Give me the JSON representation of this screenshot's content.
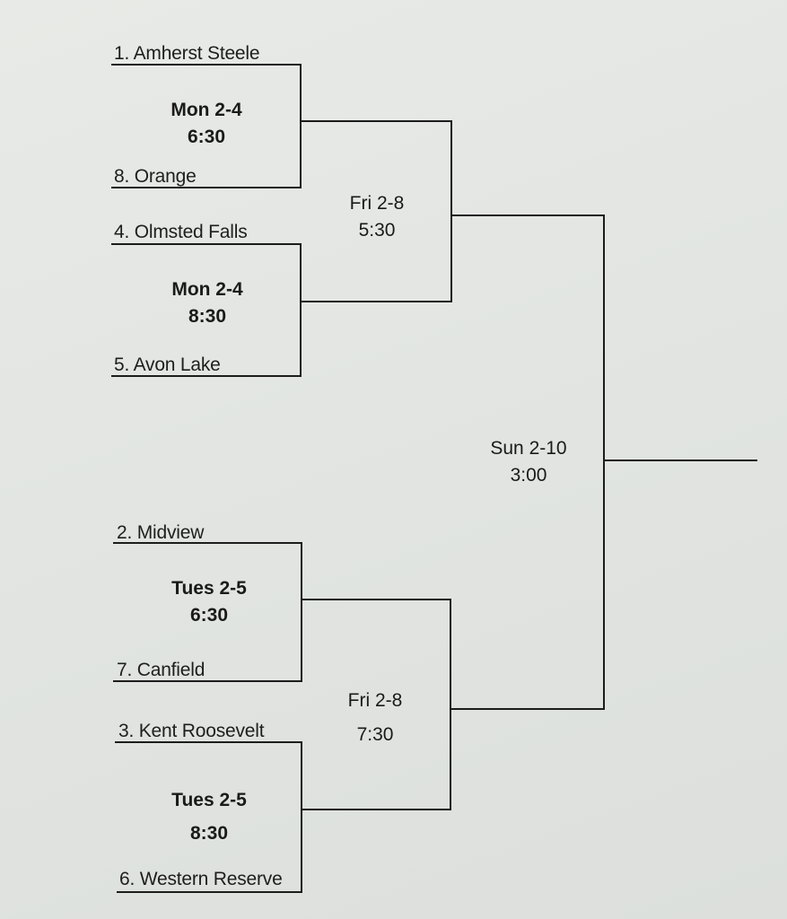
{
  "bracket": {
    "teams": [
      {
        "id": "t1",
        "label": "1. Amherst Steele"
      },
      {
        "id": "t8",
        "label": "8. Orange"
      },
      {
        "id": "t4",
        "label": "4. Olmsted Falls"
      },
      {
        "id": "t5",
        "label": "5. Avon Lake"
      },
      {
        "id": "t2",
        "label": "2. Midview"
      },
      {
        "id": "t7",
        "label": "7. Canfield"
      },
      {
        "id": "t3",
        "label": "3. Kent Roosevelt"
      },
      {
        "id": "t6",
        "label": "6. Western Reserve"
      }
    ],
    "games": {
      "qf1": {
        "date": "Mon 2-4",
        "time": "6:30"
      },
      "qf2": {
        "date": "Mon 2-4",
        "time": "8:30"
      },
      "qf3": {
        "date": "Tues 2-5",
        "time": "6:30"
      },
      "qf4": {
        "date": "Tues 2-5",
        "time": "8:30"
      },
      "sf1": {
        "date": "Fri 2-8",
        "time": "5:30"
      },
      "sf2": {
        "date": "Fri 2-8",
        "time": "7:30"
      },
      "final": {
        "date": "Sun 2-10",
        "time": "3:00"
      }
    }
  }
}
